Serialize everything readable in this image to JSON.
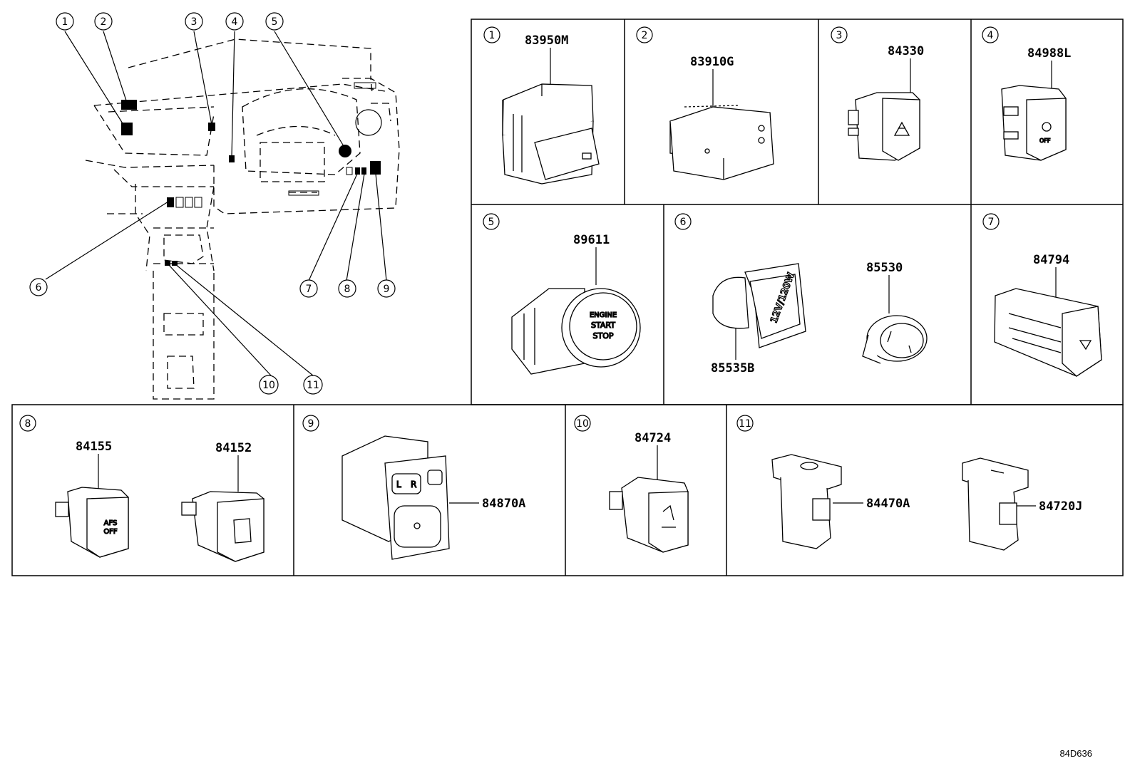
{
  "diagram_code": "84D636",
  "overview": {
    "callouts": [
      "1",
      "2",
      "3",
      "4",
      "5",
      "6",
      "7",
      "8",
      "9",
      "10",
      "11"
    ]
  },
  "panels": [
    {
      "index": "1",
      "parts": [
        "83950M"
      ]
    },
    {
      "index": "2",
      "parts": [
        "83910G"
      ]
    },
    {
      "index": "3",
      "parts": [
        "84330"
      ]
    },
    {
      "index": "4",
      "parts": [
        "84988L"
      ]
    },
    {
      "index": "5",
      "parts": [
        "89611"
      ]
    },
    {
      "index": "6",
      "parts": [
        "85530",
        "85535B"
      ]
    },
    {
      "index": "7",
      "parts": [
        "84794"
      ]
    },
    {
      "index": "8",
      "parts": [
        "84155",
        "84152"
      ]
    },
    {
      "index": "9",
      "parts": [
        "84870A"
      ]
    },
    {
      "index": "10",
      "parts": [
        "84724"
      ]
    },
    {
      "index": "11",
      "parts": [
        "84470A",
        "84720J"
      ]
    }
  ],
  "part_markings": {
    "engine_button": [
      "ENGINE",
      "START",
      "STOP"
    ],
    "socket_label": "12V/120W",
    "afs_label": [
      "AFS",
      "OFF"
    ],
    "mirror_labels": [
      "L",
      "R"
    ]
  }
}
